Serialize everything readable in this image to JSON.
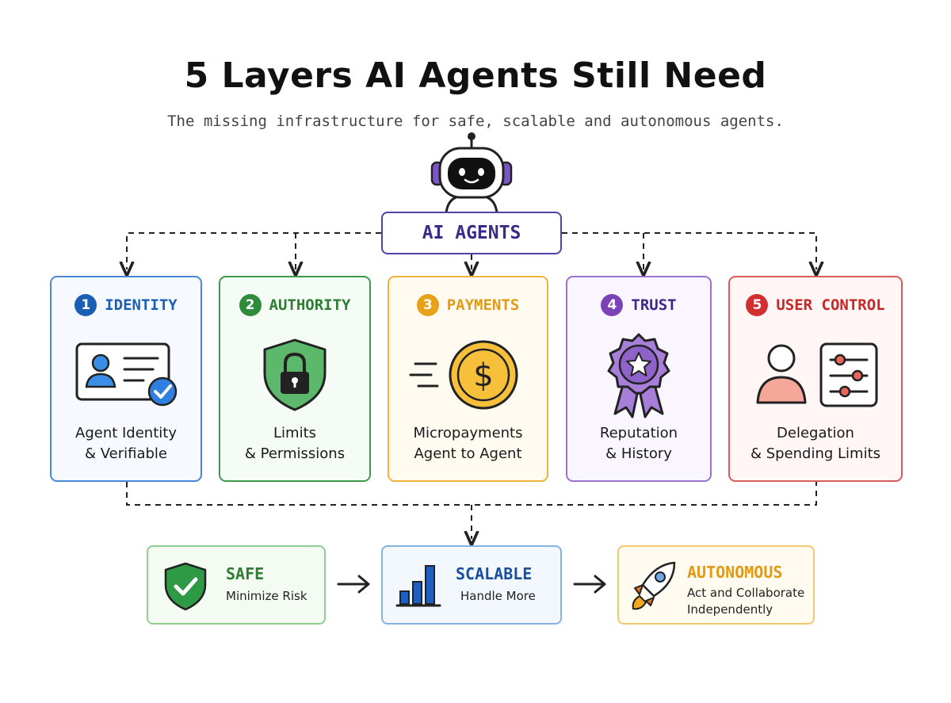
{
  "title": "5 Layers AI Agents Still Need",
  "subtitle": "The missing infrastructure for safe, scalable and autonomous agents.",
  "hub": {
    "label": "AI AGENTS"
  },
  "colors": {
    "identity": "#1a5fb4",
    "authority": "#2e8b3a",
    "payments": "#e8a21a",
    "trust": "#7a44b8",
    "user_control": "#d03030"
  },
  "layers": [
    {
      "number": "1",
      "title": "IDENTITY",
      "icon": "id-card-verified-icon",
      "desc": [
        "Agent Identity",
        "& Verifiable"
      ]
    },
    {
      "number": "2",
      "title": "AUTHORITY",
      "icon": "shield-lock-icon",
      "desc": [
        "Limits",
        "& Permissions"
      ]
    },
    {
      "number": "3",
      "title": "PAYMENTS",
      "icon": "dollar-coin-icon",
      "desc": [
        "Micropayments",
        "Agent to Agent"
      ]
    },
    {
      "number": "4",
      "title": "TRUST",
      "icon": "star-ribbon-icon",
      "desc": [
        "Reputation",
        "& History"
      ]
    },
    {
      "number": "5",
      "title": "USER CONTROL",
      "icon": "user-sliders-icon",
      "desc": [
        "Delegation",
        "& Spending Limits"
      ]
    }
  ],
  "outcomes": [
    {
      "title": "SAFE",
      "sub": [
        "Minimize Risk"
      ],
      "icon": "shield-check-icon"
    },
    {
      "title": "SCALABLE",
      "sub": [
        "Handle More"
      ],
      "icon": "bar-chart-icon"
    },
    {
      "title": "AUTONOMOUS",
      "sub": [
        "Act and Collaborate",
        "Independently"
      ],
      "icon": "rocket-icon"
    }
  ]
}
